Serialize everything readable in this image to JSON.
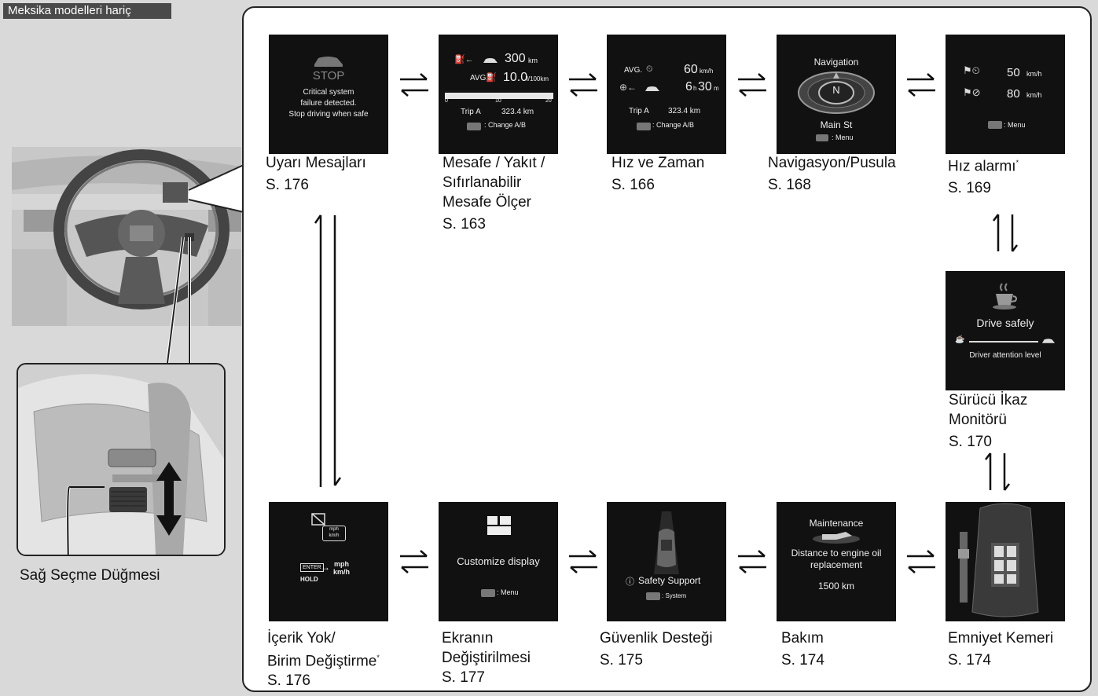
{
  "header": {
    "tag": "Meksika modelleri hariç"
  },
  "side": {
    "label": "Sağ Seçme Düğmesi"
  },
  "screens": {
    "warning": {
      "stop": "STOP",
      "line1": "Critical system",
      "line2": "failure detected.",
      "line3": "Stop driving when safe"
    },
    "range": {
      "range_value": "300",
      "range_unit": "km",
      "avg_label": "AVG.",
      "avg_value": "10.0",
      "avg_unit": "l/100km",
      "scale_0": "0",
      "scale_10": "10",
      "scale_20": "20",
      "trip_label": "Trip A",
      "trip_value": "323.4 km",
      "change": ": Change A/B"
    },
    "speed": {
      "avg_label": "AVG.",
      "speed_value": "60",
      "speed_unit": "km/h",
      "hours": "6",
      "h": "h",
      "minutes": "30",
      "m": "m",
      "trip_label": "Trip A",
      "trip_value": "323.4 km",
      "change": ": Change A/B"
    },
    "nav": {
      "title": "Navigation",
      "compass": "N",
      "street": "Main St",
      "menu": ": Menu"
    },
    "speedalarm": {
      "alarm1": "50",
      "alarm1_unit": "km/h",
      "alarm2": "80",
      "alarm2_unit": "km/h",
      "menu": ": Menu"
    },
    "attention": {
      "title": "Drive safely",
      "subtitle": "Driver attention level"
    },
    "units": {
      "mph": "mph",
      "kmh": "km/h",
      "enter": "ENTER",
      "hold": "HOLD"
    },
    "customize": {
      "title": "Customize display",
      "menu": ": Menu"
    },
    "safety": {
      "title": "Safety Support",
      "system": ": System"
    },
    "maintenance": {
      "title": "Maintenance",
      "line1": "Distance to engine oil",
      "line2": "replacement",
      "value": "1500 km"
    }
  },
  "captions": {
    "warning": {
      "line1": "Uyarı Mesajları",
      "page": "S. 176"
    },
    "range": {
      "line1": "Mesafe / Yakıt /",
      "line2": "Sıfırlanabilir",
      "line3": "Mesafe Ölçer",
      "page": "S. 163"
    },
    "speed": {
      "line1": "Hız ve Zaman",
      "page": "S. 166"
    },
    "nav": {
      "line1": "Navigasyon/Pusula",
      "page": "S. 168"
    },
    "speedalarm": {
      "line1": "Hız alarmı",
      "star": "*",
      "page": "S. 169"
    },
    "attention": {
      "line1": "Sürücü İkaz",
      "line2": "Monitörü",
      "page": "S. 170"
    },
    "seatbelt": {
      "line1": "Emniyet Kemeri",
      "page": "S. 174"
    },
    "maintenance": {
      "line1": "Bakım",
      "page": "S. 174"
    },
    "safety": {
      "line1": "Güvenlik Desteği",
      "page": "S. 175"
    },
    "customize": {
      "line1": "Ekranın",
      "line2": "Değiştirilmesi",
      "page": "S. 177"
    },
    "units": {
      "line1": "İçerik Yok/",
      "line2": "Birim Değiştirme",
      "star": "*",
      "page": "S. 176"
    }
  }
}
